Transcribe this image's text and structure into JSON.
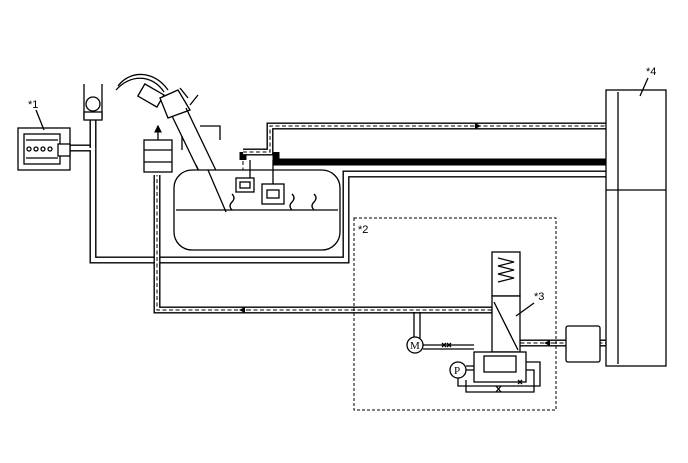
{
  "labels": {
    "canister_pump_module_note": "*1",
    "leak_check_module_note": "*2",
    "switching_valve_note": "*3",
    "canister_note": "*4"
  },
  "symbols": {
    "motor": "M",
    "pump": "P"
  }
}
